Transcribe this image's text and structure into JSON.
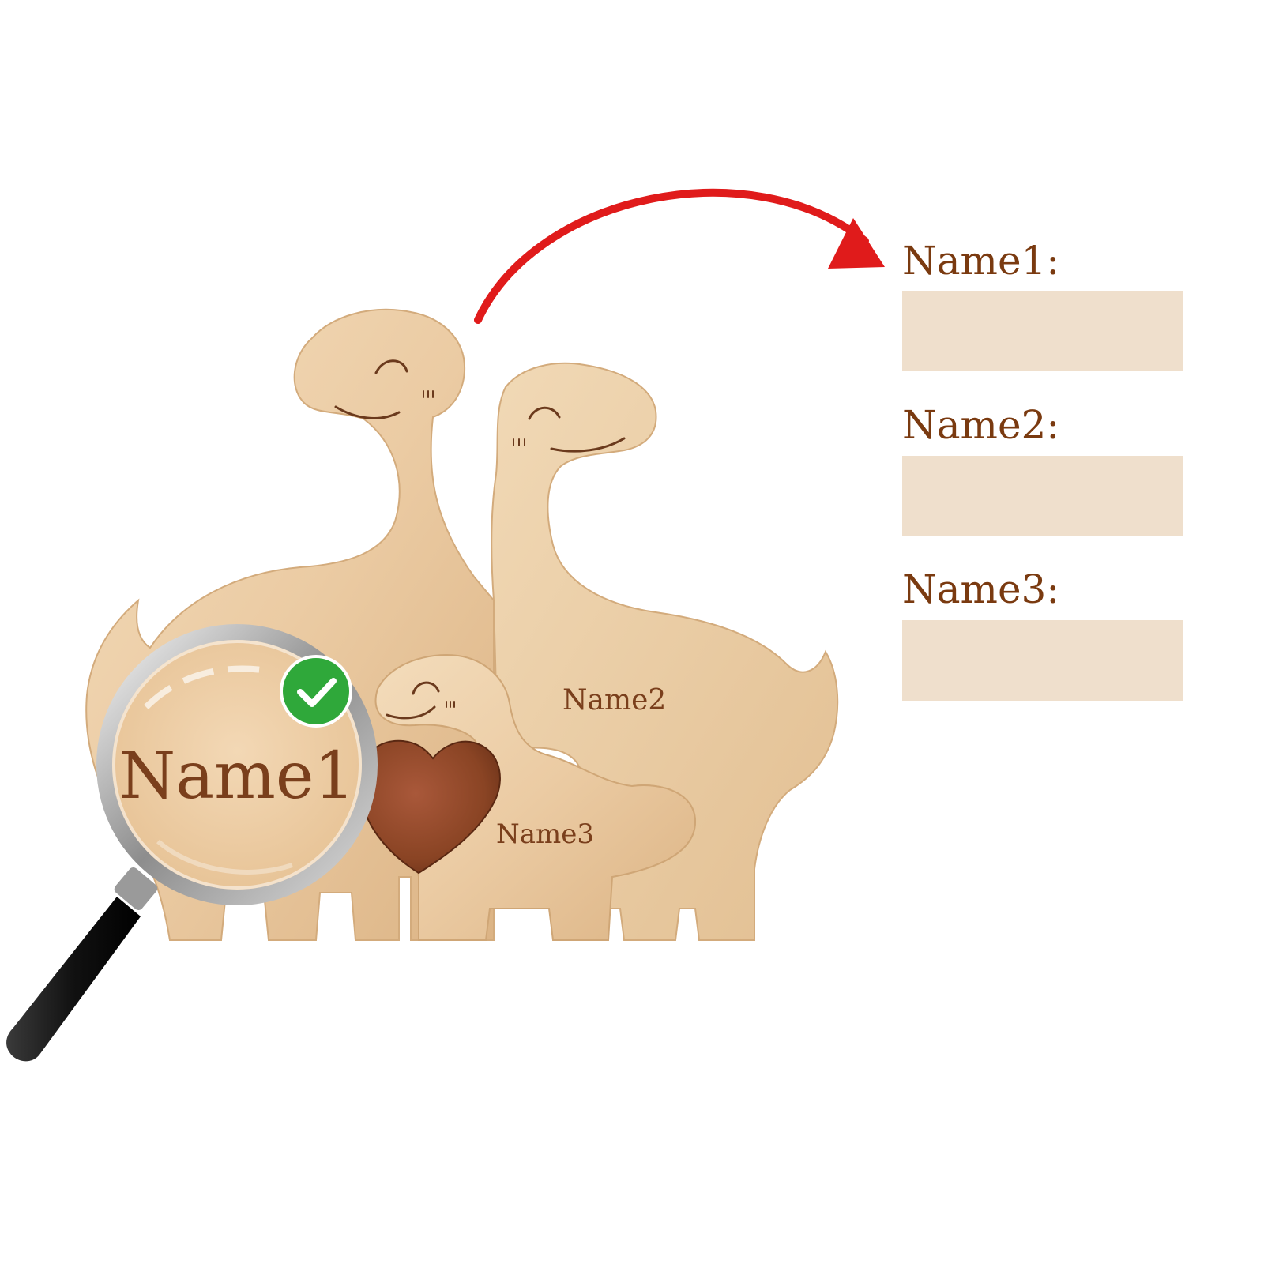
{
  "form": {
    "fields": [
      {
        "label": "Name1:"
      },
      {
        "label": "Name2:"
      },
      {
        "label": "Name3:"
      }
    ]
  },
  "engraving": {
    "big_dino": "Name1",
    "medium_dino": "Name2",
    "baby_dino": "Name3"
  },
  "colors": {
    "wood": "#eccfa8",
    "heart": "#8a4424",
    "text": "#7a3a10",
    "box": "#efdfcc",
    "arrow": "#e01b1b",
    "check": "#2fa83a"
  },
  "icons": {
    "magnifier": "magnifying-glass-icon",
    "check": "checkmark-icon",
    "arrow": "curved-arrow-icon"
  }
}
